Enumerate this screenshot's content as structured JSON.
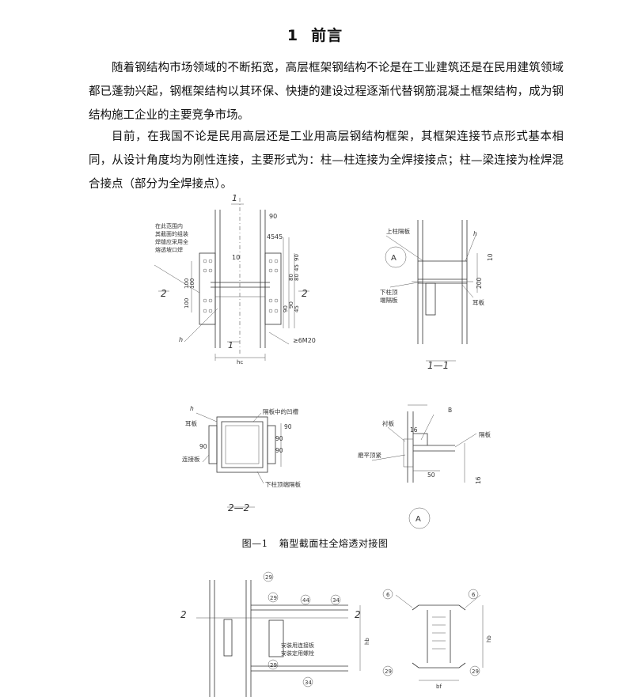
{
  "section": {
    "number": "1",
    "title": "前言"
  },
  "paragraphs": [
    "随着钢结构市场领域的不断拓宽，高层框架钢结构不论是在工业建筑还是在民用建筑领域都已蓬勃兴起，钢框架结构以其环保、快捷的建设过程逐渐代替钢筋混凝土框架结构，成为钢结构施工企业的主要竞争市场。",
    "目前，在我国不论是民用高层还是工业用高层钢结构框架，其框架连接节点形式基本相同，从设计角度均为刚性连接，主要形式为：柱—柱连接为全焊接接点；柱—梁连接为栓焊混合接点（部分为全焊接点）。"
  ],
  "figure1": {
    "caption_number": "图—1",
    "caption_text": "箱型截面柱全熔透对接图",
    "elevation": {
      "note": [
        "在此范围内",
        "其截面的组装",
        "焊缝应采用全",
        "熔透坡口焊"
      ],
      "section_mark": "1",
      "side_mark": "2",
      "dims_right": [
        "90",
        "45",
        "45",
        "80",
        "80",
        "45",
        "90",
        "90",
        "45"
      ],
      "dims_left": [
        "100",
        "100",
        "100"
      ],
      "top_dims": [
        "90",
        "45",
        "45"
      ],
      "gap": "10",
      "weld": "h",
      "bolt": "≥6M20",
      "width": "hc"
    },
    "section_1_1": {
      "title": "1—1",
      "label_top": "上柱隔板",
      "label_bottom": [
        "下柱顶",
        "端隔板"
      ],
      "label_ear": "耳板",
      "detail": "A",
      "dims": [
        "10",
        "200"
      ],
      "weld": "h"
    },
    "section_2_2": {
      "title": "2—2",
      "label_groove": "隔板中的凹槽",
      "label_ear": "耳板",
      "label_plate": "连接板",
      "label_bottom": "下柱顶端隔板",
      "dims": [
        "90",
        "90",
        "90",
        "90"
      ],
      "weld": "h"
    },
    "detail_a": {
      "mark": "A",
      "label_backing": "衬板",
      "label_grind": "磨平顶紧",
      "label_diaphragm": "隔板",
      "dims": [
        "16",
        "50",
        "16"
      ],
      "weld_size": "B"
    }
  },
  "figure2": {
    "tags": [
      "29",
      "29",
      "44",
      "34",
      "29",
      "34",
      "6",
      "6",
      "29",
      "29"
    ],
    "notes": [
      "安装用连接板",
      "安装定用螺栓"
    ],
    "section_mark": "2",
    "height": "hb",
    "width": "bf"
  }
}
